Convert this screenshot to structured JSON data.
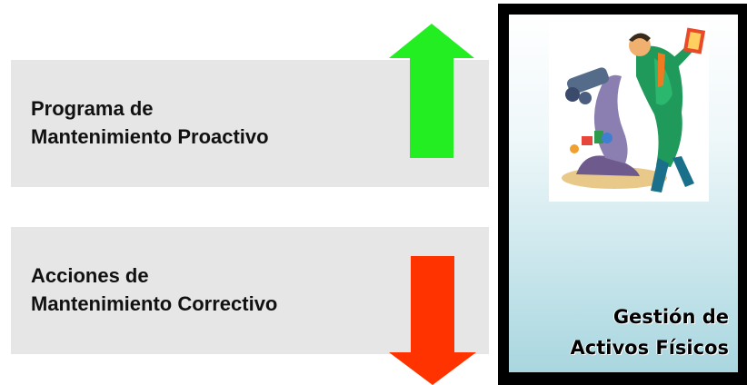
{
  "proactive": {
    "line1": "Programa de",
    "line2": "Mantenimiento Proactivo",
    "arrow_color": "#22ee22"
  },
  "corrective": {
    "line1": "Acciones de",
    "line2": "Mantenimiento Correctivo",
    "arrow_color": "#ff3300"
  },
  "panel": {
    "title_line1": "Gestión de",
    "title_line2": "Activos Físicos",
    "illustration_icon": "cartoon-figure-with-microscope"
  },
  "colors": {
    "box_bg": "#e6e6e6",
    "panel_frame": "#000000",
    "panel_gradient_end": "#a9d6df"
  }
}
